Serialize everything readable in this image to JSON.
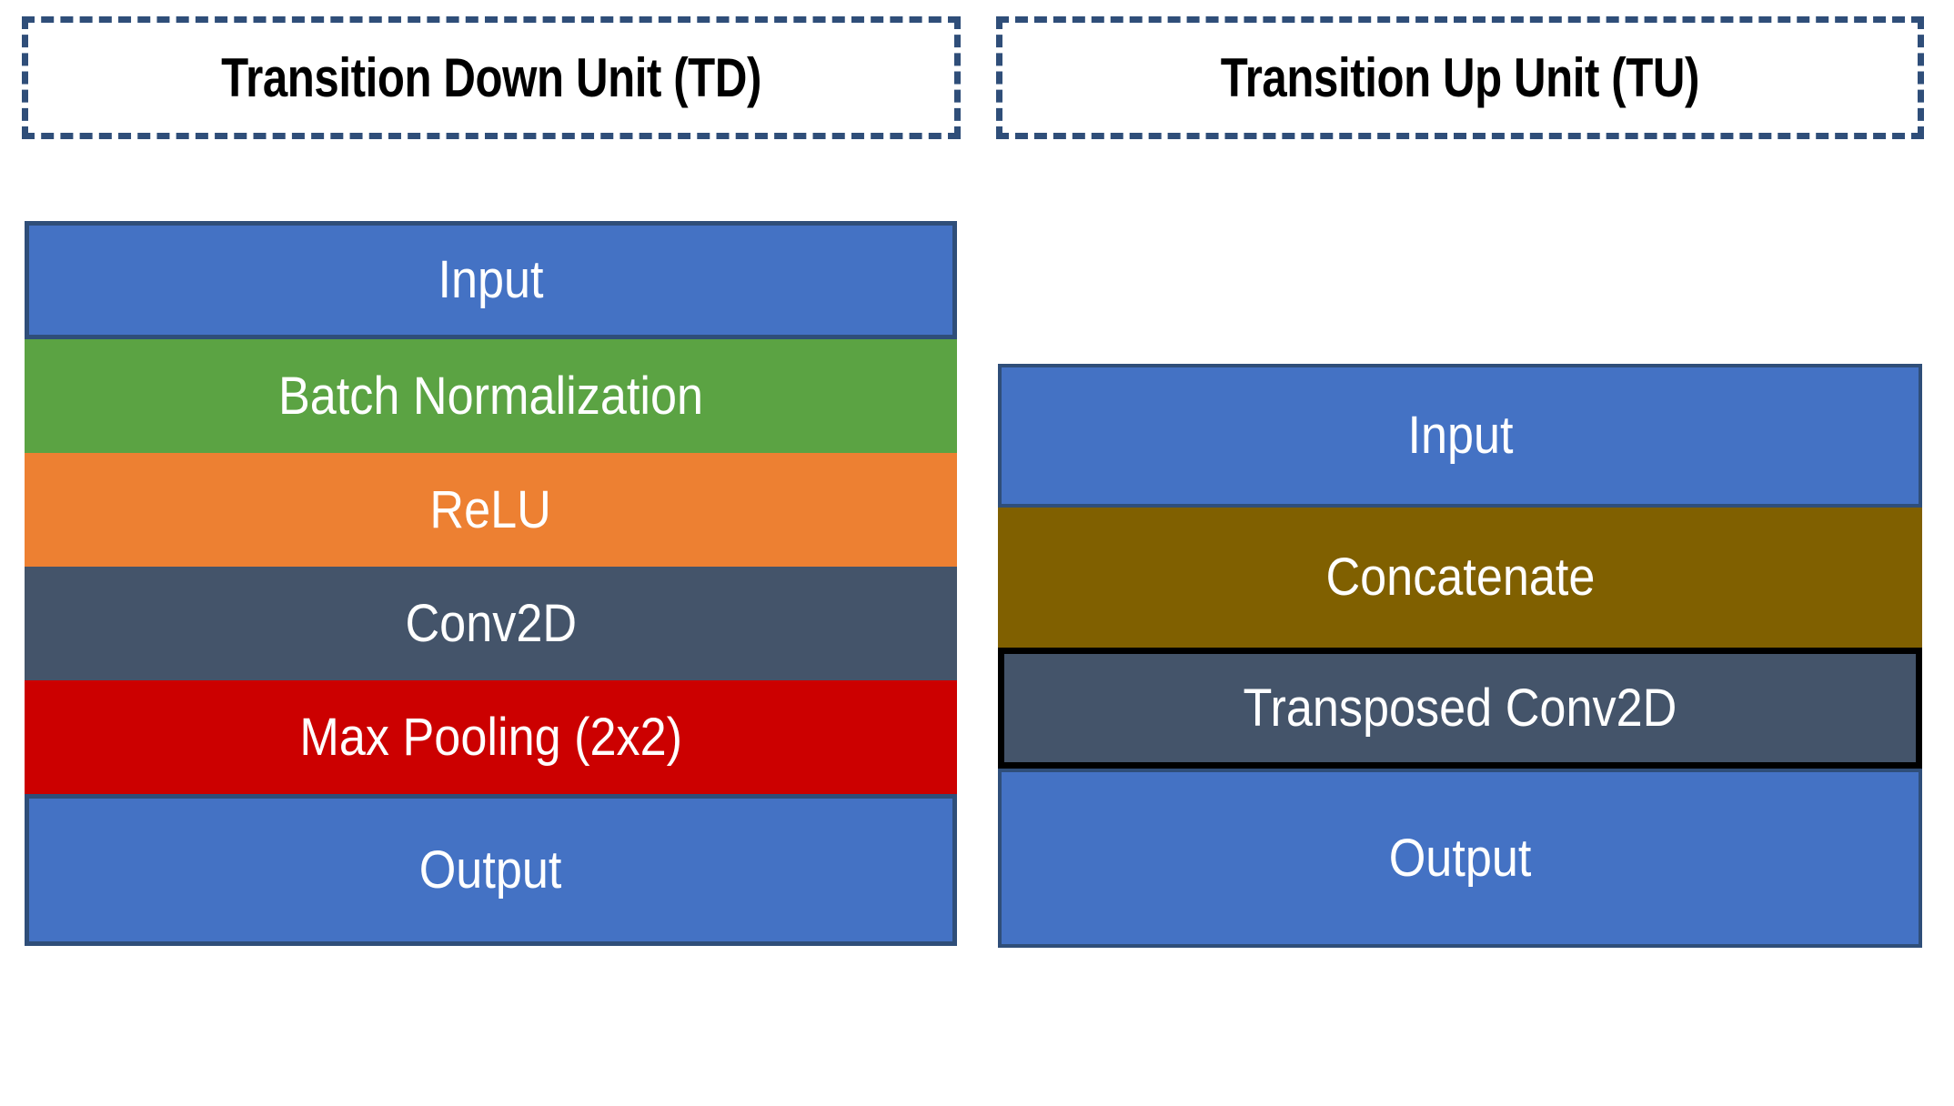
{
  "diagram": {
    "title_left": "Transition Down Unit (TD)",
    "title_right": "Transition Up Unit (TU)",
    "colors": {
      "blue": "#4472C4",
      "blue_border": "#2F4E79",
      "green": "#5BA343",
      "orange": "#ED8032",
      "slate": "#44546A",
      "red": "#CC0000",
      "gold": "#806000",
      "black_border": "#000000",
      "background": "#FFFFFF",
      "label_text": "#FFFFFF",
      "title_text": "#000000"
    }
  },
  "chart_data": {
    "type": "diagram",
    "title": "Transition Down Unit (TD) and Transition Up Unit (TU)",
    "columns": [
      {
        "id": "transition-down",
        "header": "Transition Down Unit (TD)",
        "layers": [
          {
            "label": "Input",
            "color": "#4472C4",
            "border": "#2F4E79"
          },
          {
            "label": "Batch Normalization",
            "color": "#5BA343",
            "border": "none"
          },
          {
            "label": "ReLU",
            "color": "#ED8032",
            "border": "none"
          },
          {
            "label": "Conv2D",
            "color": "#44546A",
            "border": "none"
          },
          {
            "label": "Max Pooling (2x2)",
            "color": "#CC0000",
            "border": "none"
          },
          {
            "label": "Output",
            "color": "#4472C4",
            "border": "#2F4E79"
          }
        ]
      },
      {
        "id": "transition-up",
        "header": "Transition Up Unit (TU)",
        "layers": [
          {
            "label": "Input",
            "color": "#4472C4",
            "border": "#2F4E79"
          },
          {
            "label": "Concatenate",
            "color": "#806000",
            "border": "none"
          },
          {
            "label": "Transposed Conv2D",
            "color": "#44546A",
            "border": "#000000"
          },
          {
            "label": "Output",
            "color": "#4472C4",
            "border": "#2F4E79"
          }
        ]
      }
    ]
  }
}
